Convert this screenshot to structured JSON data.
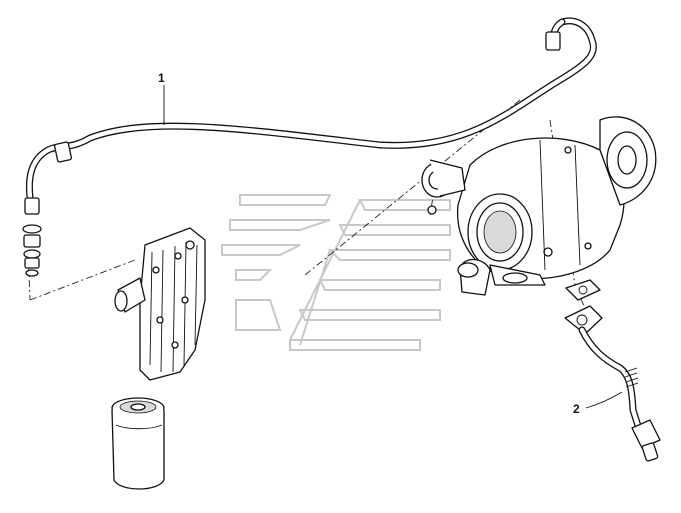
{
  "callouts": [
    {
      "id": "1",
      "label": "1"
    },
    {
      "id": "2",
      "label": "2"
    }
  ],
  "colors": {
    "line": "#111111",
    "watermark": "#c8c8c8",
    "background": "#ffffff"
  }
}
